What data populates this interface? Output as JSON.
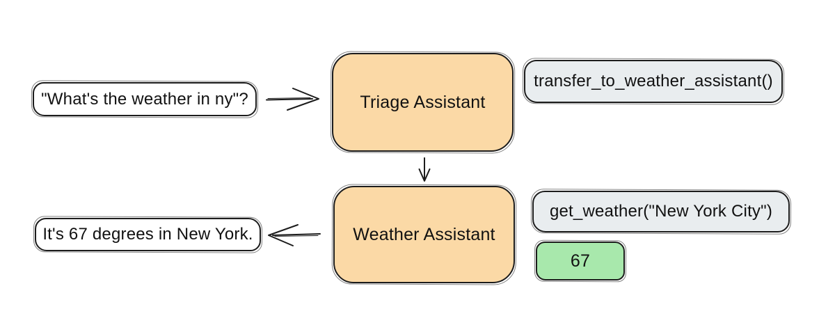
{
  "diagram": {
    "nodes": {
      "user_query": "\"What's the weather in ny\"?",
      "triage_assistant": "Triage Assistant",
      "transfer_call": "transfer_to_weather_assistant()",
      "weather_assistant": "Weather Assistant",
      "get_weather_call": "get_weather(\"New York City\")",
      "tool_result": "67",
      "final_response": "It's 67 degrees in New York."
    },
    "colors": {
      "assistant_fill": "#fbd9a6",
      "code_fill": "#e9edef",
      "result_fill": "#a8e8ac",
      "stroke": "#1c1c1c",
      "background": "#ffffff"
    }
  }
}
